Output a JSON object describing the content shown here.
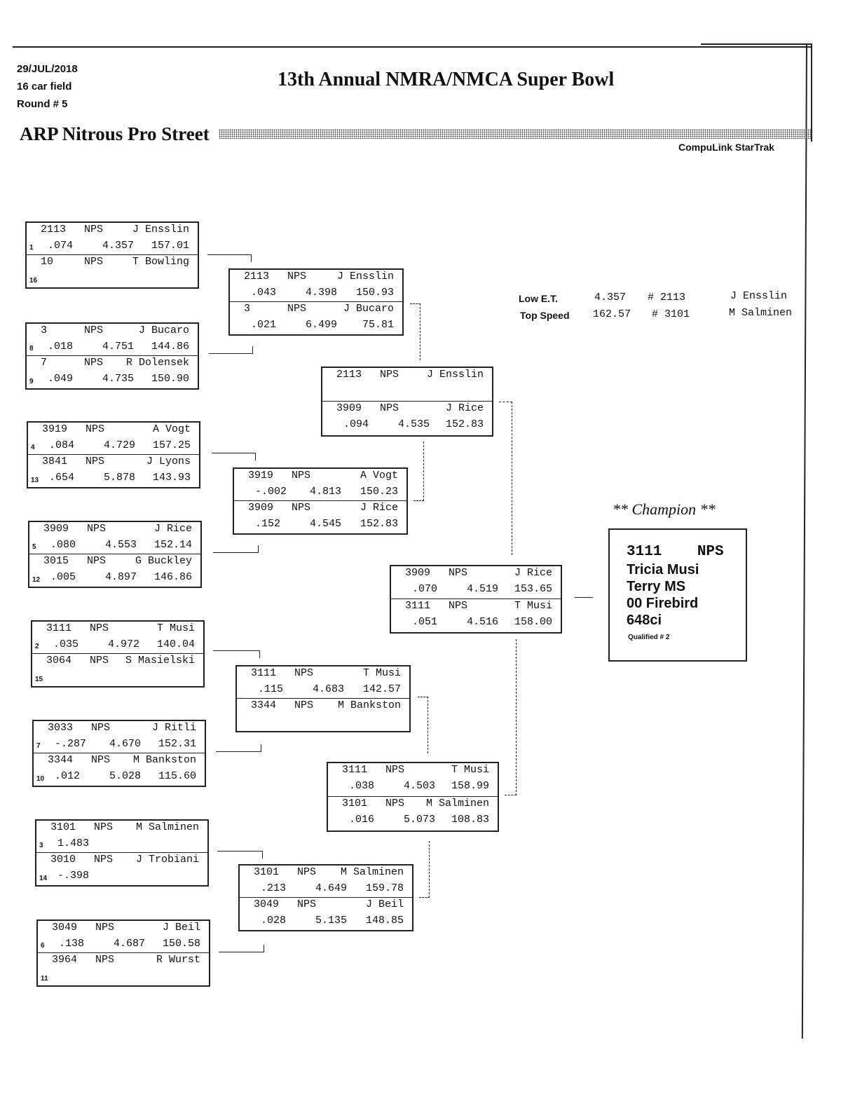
{
  "header": {
    "date": "29/JUL/2018",
    "field": "16 car field",
    "round": "Round # 5",
    "title": "13th Annual NMRA/NMCA Super Bowl",
    "class_name": "ARP Nitrous Pro Street",
    "system": "CompuLink StarTrak"
  },
  "stats": {
    "low_et_label": "Low E.T.",
    "low_et_value": "4.357",
    "low_et_car": "# 2113",
    "low_et_driver": "J Ensslin",
    "top_speed_label": "Top Speed",
    "top_speed_value": "162.57",
    "top_speed_car": "# 3101",
    "top_speed_driver": "M Salminen"
  },
  "round1": [
    {
      "top": {
        "car": "2113",
        "cls": "NPS",
        "driver": "J Ensslin",
        "seed": "1",
        "rt": ".074",
        "et": "4.357",
        "mph": "157.01"
      },
      "bot": {
        "car": "10",
        "cls": "NPS",
        "driver": "T Bowling",
        "seed": "16",
        "rt": "",
        "et": "",
        "mph": ""
      }
    },
    {
      "top": {
        "car": "3",
        "cls": "NPS",
        "driver": "J Bucaro",
        "seed": "8",
        "rt": ".018",
        "et": "4.751",
        "mph": "144.86"
      },
      "bot": {
        "car": "7",
        "cls": "NPS",
        "driver": "R Dolensek",
        "seed": "9",
        "rt": ".049",
        "et": "4.735",
        "mph": "150.90"
      }
    },
    {
      "top": {
        "car": "3919",
        "cls": "NPS",
        "driver": "A Vogt",
        "seed": "4",
        "rt": ".084",
        "et": "4.729",
        "mph": "157.25"
      },
      "bot": {
        "car": "3841",
        "cls": "NPS",
        "driver": "J Lyons",
        "seed": "13",
        "rt": ".654",
        "et": "5.878",
        "mph": "143.93"
      }
    },
    {
      "top": {
        "car": "3909",
        "cls": "NPS",
        "driver": "J Rice",
        "seed": "5",
        "rt": ".080",
        "et": "4.553",
        "mph": "152.14"
      },
      "bot": {
        "car": "3015",
        "cls": "NPS",
        "driver": "G Buckley",
        "seed": "12",
        "rt": ".005",
        "et": "4.897",
        "mph": "146.86"
      }
    },
    {
      "top": {
        "car": "3111",
        "cls": "NPS",
        "driver": "T Musi",
        "seed": "2",
        "rt": ".035",
        "et": "4.972",
        "mph": "140.04"
      },
      "bot": {
        "car": "3064",
        "cls": "NPS",
        "driver": "S Masielski",
        "seed": "15",
        "rt": "",
        "et": "",
        "mph": ""
      }
    },
    {
      "top": {
        "car": "3033",
        "cls": "NPS",
        "driver": "J Ritli",
        "seed": "7",
        "rt": "-.287",
        "et": "4.670",
        "mph": "152.31"
      },
      "bot": {
        "car": "3344",
        "cls": "NPS",
        "driver": "M Bankston",
        "seed": "10",
        "rt": ".012",
        "et": "5.028",
        "mph": "115.60"
      }
    },
    {
      "top": {
        "car": "3101",
        "cls": "NPS",
        "driver": "M Salminen",
        "seed": "3",
        "rt": "1.483",
        "et": "",
        "mph": ""
      },
      "bot": {
        "car": "3010",
        "cls": "NPS",
        "driver": "J Trobiani",
        "seed": "14",
        "rt": "-.398",
        "et": "",
        "mph": ""
      }
    },
    {
      "top": {
        "car": "3049",
        "cls": "NPS",
        "driver": "J Beil",
        "seed": "6",
        "rt": ".138",
        "et": "4.687",
        "mph": "150.58"
      },
      "bot": {
        "car": "3964",
        "cls": "NPS",
        "driver": "R Wurst",
        "seed": "11",
        "rt": "",
        "et": "",
        "mph": ""
      }
    }
  ],
  "round2": [
    {
      "top": {
        "car": "2113",
        "cls": "NPS",
        "driver": "J Ensslin",
        "rt": ".043",
        "et": "4.398",
        "mph": "150.93"
      },
      "bot": {
        "car": "3",
        "cls": "NPS",
        "driver": "J Bucaro",
        "rt": ".021",
        "et": "6.499",
        "mph": "75.81"
      }
    },
    {
      "top": {
        "car": "3919",
        "cls": "NPS",
        "driver": "A Vogt",
        "rt": "-.002",
        "et": "4.813",
        "mph": "150.23"
      },
      "bot": {
        "car": "3909",
        "cls": "NPS",
        "driver": "J Rice",
        "rt": ".152",
        "et": "4.545",
        "mph": "152.83"
      }
    },
    {
      "top": {
        "car": "3111",
        "cls": "NPS",
        "driver": "T Musi",
        "rt": ".115",
        "et": "4.683",
        "mph": "142.57"
      },
      "bot": {
        "car": "3344",
        "cls": "NPS",
        "driver": "M Bankston",
        "rt": "",
        "et": "",
        "mph": ""
      }
    },
    {
      "top": {
        "car": "3101",
        "cls": "NPS",
        "driver": "M Salminen",
        "rt": ".213",
        "et": "4.649",
        "mph": "159.78"
      },
      "bot": {
        "car": "3049",
        "cls": "NPS",
        "driver": "J Beil",
        "rt": ".028",
        "et": "5.135",
        "mph": "148.85"
      }
    }
  ],
  "semis": [
    {
      "top": {
        "car": "2113",
        "cls": "NPS",
        "driver": "J Ensslin",
        "rt": "",
        "et": "",
        "mph": ""
      },
      "bot": {
        "car": "3909",
        "cls": "NPS",
        "driver": "J Rice",
        "rt": ".094",
        "et": "4.535",
        "mph": "152.83"
      }
    },
    {
      "top": {
        "car": "3111",
        "cls": "NPS",
        "driver": "T Musi",
        "rt": ".038",
        "et": "4.503",
        "mph": "158.99"
      },
      "bot": {
        "car": "3101",
        "cls": "NPS",
        "driver": "M Salminen",
        "rt": ".016",
        "et": "5.073",
        "mph": "108.83"
      }
    }
  ],
  "final": [
    {
      "top": {
        "car": "3909",
        "cls": "NPS",
        "driver": "J Rice",
        "rt": ".070",
        "et": "4.519",
        "mph": "153.65"
      },
      "bot": {
        "car": "3111",
        "cls": "NPS",
        "driver": "T Musi",
        "rt": ".051",
        "et": "4.516",
        "mph": "158.00"
      }
    }
  ],
  "champion": {
    "heading": "** Champion **",
    "car_class": "3111    NPS",
    "driver": "Tricia Musi",
    "sponsor": "Terry MS",
    "vehicle": "00 Firebird",
    "engine": "648ci",
    "qualified": "Qualified # 2"
  }
}
